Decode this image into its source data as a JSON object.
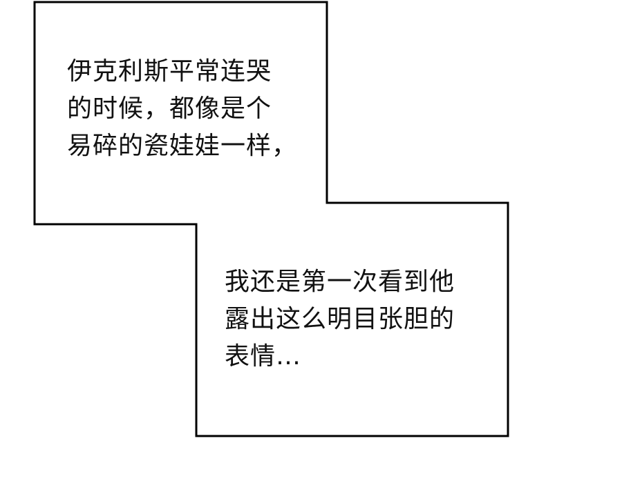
{
  "panel": {
    "caption_1": {
      "lines": [
        "伊克利斯平常连哭",
        "的时候，都像是个",
        "易碎的瓷娃娃一样，"
      ]
    },
    "caption_2": {
      "lines": [
        "我还是第一次看到他",
        "露出这么明目张胆的",
        "表情…"
      ]
    },
    "colors": {
      "border": "#000000",
      "background": "#ffffff",
      "text": "#111111"
    }
  }
}
